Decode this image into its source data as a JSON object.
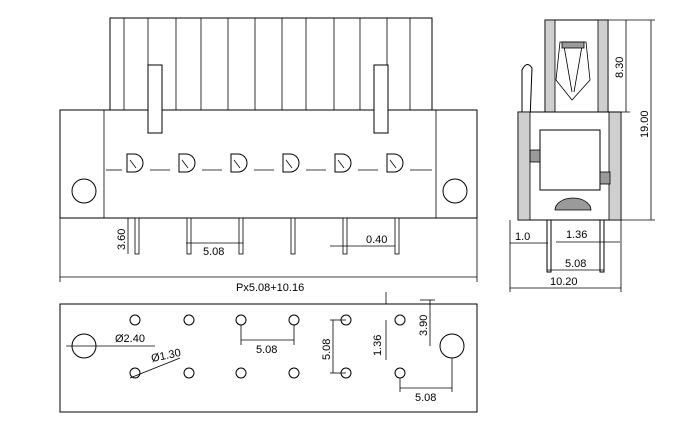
{
  "front_view": {
    "pin_length": "3.60",
    "pitch": "5.08",
    "pin_thickness": "0.40",
    "overall_width": "Px5.08+10.16"
  },
  "side_view": {
    "top_height": "8.30",
    "total_height": "19.00",
    "offset_a": "1.0",
    "offset_b": "1.36",
    "pitch": "5.08",
    "overall_width": "10.20"
  },
  "pcb_layout": {
    "mount_hole": "Ø2.40",
    "pin_hole": "Ø1.30",
    "pitch_x": "5.08",
    "pitch_y": "5.08",
    "offset_y": "1.36",
    "mount_offset_y": "3.90",
    "mount_offset_x": "5.08"
  }
}
